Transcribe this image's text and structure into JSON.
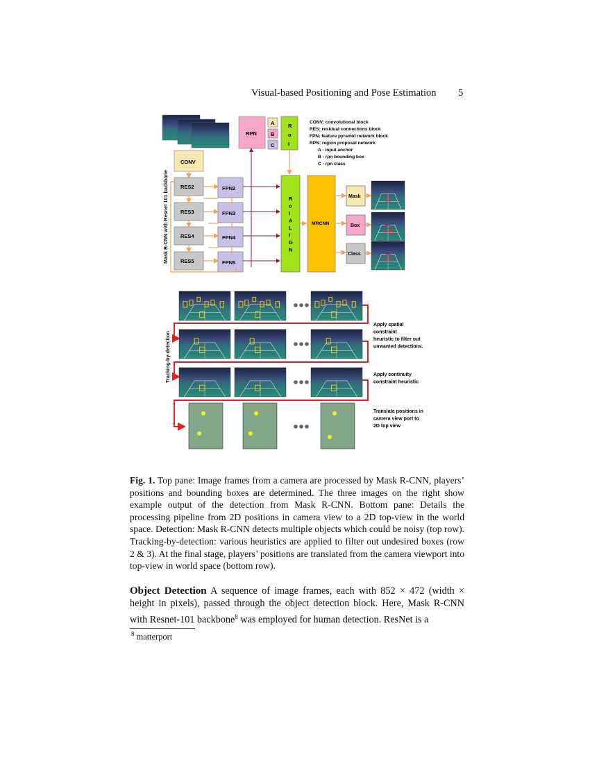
{
  "header": {
    "running_title": "Visual-based Positioning and Pose Estimation",
    "page_number": "5"
  },
  "figure": {
    "top": {
      "side_label": "Mask R-CNN with Resnet 101 backbone",
      "conv": "CONV",
      "res": [
        "RES2",
        "RES3",
        "RES4",
        "RES5"
      ],
      "fpn": [
        "FPN2",
        "FPN3",
        "FPN4",
        "FPN5"
      ],
      "rpn": "RPN",
      "abc": [
        "A",
        "B",
        "C"
      ],
      "roi_letters": [
        "R",
        "o",
        "I"
      ],
      "roialign_letters": [
        "R",
        "o",
        "I",
        "A",
        "L",
        "I",
        "G",
        "N"
      ],
      "mrcnn": "MRCNN",
      "outputs": [
        "Mask",
        "Box",
        "Class"
      ],
      "legend": [
        "CONV: convolutional block",
        "RES: residual connections block",
        "FPN: feature pyramid network block",
        "RPN: region proposal network",
        "A - input anchor",
        "B - rpn bounding box",
        "C - rpn class"
      ]
    },
    "bottom": {
      "side_label": "Tracking-by-detection",
      "notes": [
        [
          "Apply spatial",
          "constraint",
          "heuristic to filter out",
          "unwanted detections."
        ],
        [
          "Apply continuity",
          "constraint heuristic"
        ],
        [
          "Translate positions in",
          "camera view port to",
          "2D top view"
        ]
      ]
    },
    "colors": {
      "yellow_box": "#f5e9b0",
      "grey_box": "#c8c8c8",
      "lavender": "#c9c0e6",
      "pink": "#f7a6c8",
      "lime": "#a3e21a",
      "orange": "#fcc100",
      "red": "#d8232a",
      "court": "#84a889"
    }
  },
  "caption": {
    "label": "Fig. 1.",
    "text": "Top pane: Image frames from a camera are processed by Mask R-CNN, players’ positions and bounding boxes are determined. The three images on the right show example output of the detection from Mask R-CNN. Bottom pane: Details the processing pipeline from 2D positions in camera view to a 2D top-view in the world space. Detection: Mask R-CNN detects multiple objects which could be noisy (top row). Tracking-by-detection: various heuristics are applied to filter out undesired boxes (row 2 & 3). At the final stage, players’ positions are translated from the camera viewport into top-view in world space (bottom row)."
  },
  "body": {
    "heading": "Object Detection",
    "text_before_sup": "A sequence of image frames, each with 852 × 472 (width × height in pixels), passed through the object detection block. Here, Mask R-CNN with Resnet-101 backbone",
    "sup": "8",
    "text_after_sup": " was employed for human detection. ResNet is a"
  },
  "footnote": {
    "mark": "8",
    "text": "matterport"
  }
}
